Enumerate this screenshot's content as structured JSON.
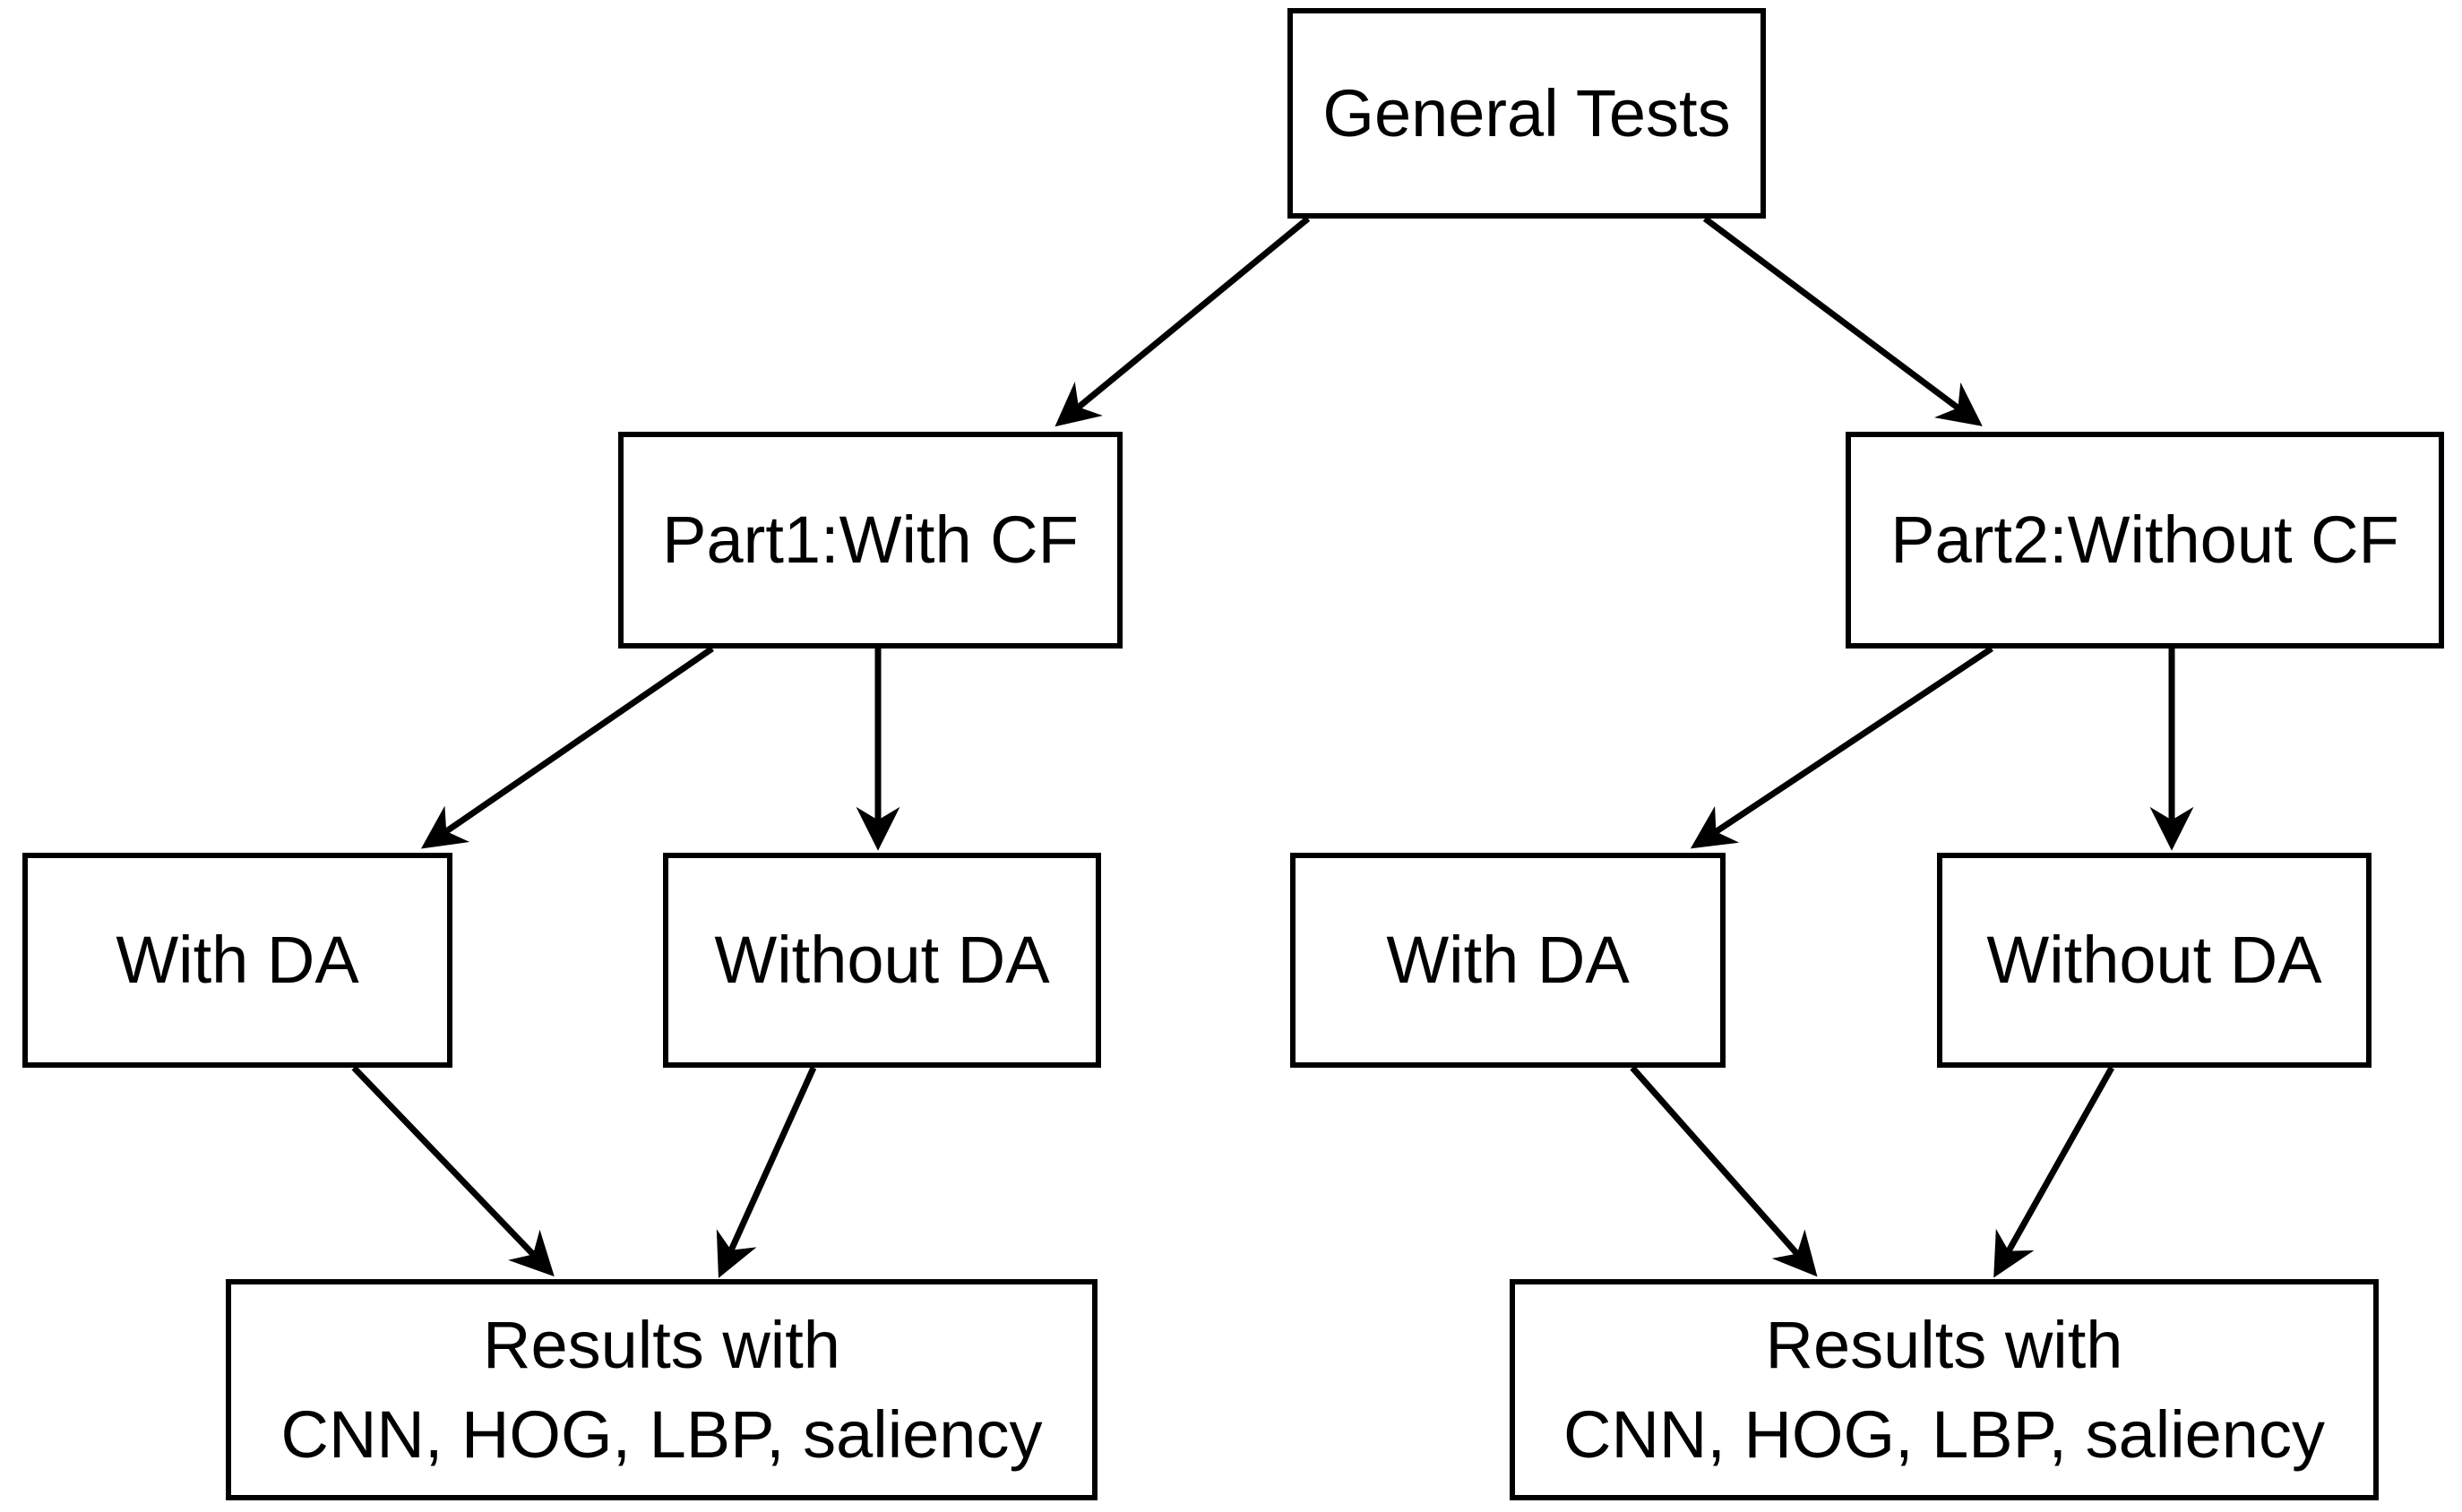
{
  "diagram": {
    "nodes": {
      "general": {
        "label": "General Tests"
      },
      "part1": {
        "label": "Part1:With CF"
      },
      "part2": {
        "label": "Part2:Without CF"
      },
      "with_da_left": {
        "label": "With DA"
      },
      "without_da_left": {
        "label": "Without DA"
      },
      "with_da_right": {
        "label": "With DA"
      },
      "without_da_right": {
        "label": "Without DA"
      },
      "results_left": {
        "line1": "Results with",
        "line2": "CNN, HOG, LBP, saliency"
      },
      "results_right": {
        "line1": "Results with",
        "line2": "CNN, HOG, LBP, saliency"
      }
    },
    "edges": [
      {
        "from": "general",
        "to": "part1"
      },
      {
        "from": "general",
        "to": "part2"
      },
      {
        "from": "part1",
        "to": "with_da_left"
      },
      {
        "from": "part1",
        "to": "without_da_left"
      },
      {
        "from": "part2",
        "to": "with_da_right"
      },
      {
        "from": "part2",
        "to": "without_da_right"
      },
      {
        "from": "with_da_left",
        "to": "results_left"
      },
      {
        "from": "without_da_left",
        "to": "results_left"
      },
      {
        "from": "with_da_right",
        "to": "results_right"
      },
      {
        "from": "without_da_right",
        "to": "results_right"
      }
    ],
    "colors": {
      "background": "#ffffff",
      "line": "#000000",
      "text": "#000000"
    }
  }
}
